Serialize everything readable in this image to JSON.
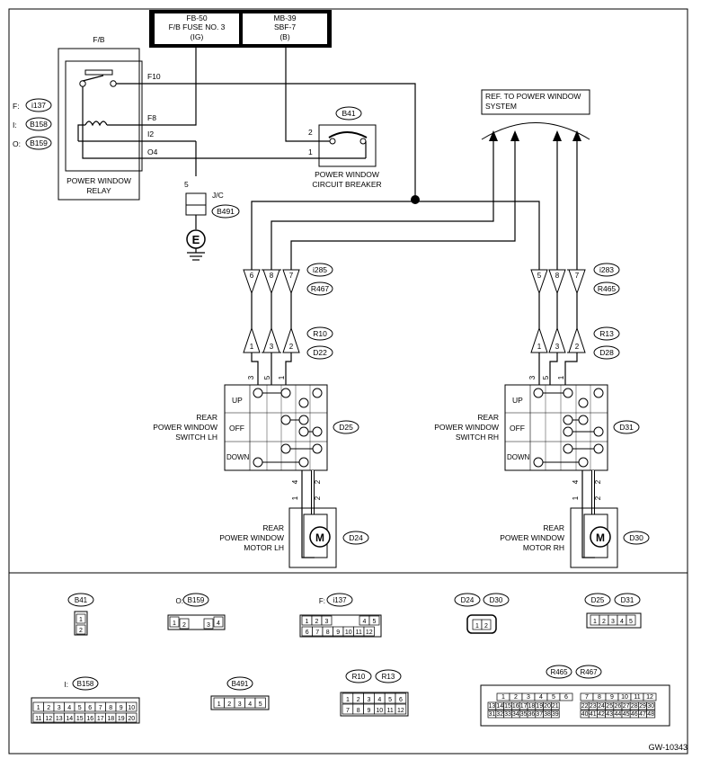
{
  "fuses": [
    {
      "lines": [
        "FB-50",
        "F/B FUSE NO. 3",
        "(IG)"
      ]
    },
    {
      "lines": [
        "MB-39",
        "SBF-7",
        "(B)"
      ]
    }
  ],
  "relay": {
    "box_label": "F/B",
    "caption": [
      "POWER WINDOW",
      "RELAY"
    ],
    "pins": [
      "F10",
      "F8",
      "I2",
      "O4"
    ],
    "connectors": [
      {
        "prefix": "F:",
        "id": "i137"
      },
      {
        "prefix": "I:",
        "id": "B158"
      },
      {
        "prefix": "O:",
        "id": "B159"
      }
    ]
  },
  "breaker": {
    "id": "B41",
    "pins": [
      "2",
      "1"
    ],
    "caption": [
      "POWER WINDOW",
      "CIRCUIT BREAKER"
    ]
  },
  "ground": {
    "pin": "5",
    "label": "J/C",
    "connector": "B491",
    "symbol": "E"
  },
  "ref_box": [
    "REF. TO POWER WINDOW",
    "SYSTEM"
  ],
  "lh": {
    "upper_pins": [
      "6",
      "8",
      "7"
    ],
    "upper_conn": [
      "i285",
      "R467"
    ],
    "lower_pins": [
      "1",
      "3",
      "2"
    ],
    "lower_conn": [
      "R10",
      "D22"
    ],
    "switch_pins": [
      "3",
      "5",
      "1"
    ],
    "switch_id": "D25",
    "switch_label": [
      "REAR",
      "POWER WINDOW",
      "SWITCH LH"
    ],
    "positions": [
      "UP",
      "OFF",
      "DOWN"
    ],
    "motor_pins": [
      "4",
      "2"
    ],
    "motor_sub_pins": [
      "1",
      "2"
    ],
    "motor_id": "D24",
    "motor_label": [
      "REAR",
      "POWER WINDOW",
      "MOTOR LH"
    ],
    "motor_symbol": "M"
  },
  "rh": {
    "upper_pins": [
      "5",
      "8",
      "7"
    ],
    "upper_conn": [
      "i283",
      "R465"
    ],
    "lower_pins": [
      "1",
      "3",
      "2"
    ],
    "lower_conn": [
      "R13",
      "D28"
    ],
    "switch_pins": [
      "3",
      "5",
      "1"
    ],
    "switch_id": "D31",
    "switch_label": [
      "REAR",
      "POWER WINDOW",
      "SWITCH RH"
    ],
    "positions": [
      "UP",
      "OFF",
      "DOWN"
    ],
    "motor_pins": [
      "4",
      "2"
    ],
    "motor_sub_pins": [
      "1",
      "2"
    ],
    "motor_id": "D30",
    "motor_label": [
      "REAR",
      "POWER WINDOW",
      "MOTOR RH"
    ],
    "motor_symbol": "M"
  },
  "connector_views": {
    "b41": {
      "labels": [
        "B41"
      ],
      "cells": [
        "1",
        "2"
      ]
    },
    "b159": {
      "labels": [
        "O:",
        "B159"
      ],
      "cells": [
        "1",
        "2",
        "3",
        "4"
      ]
    },
    "i137": {
      "labels": [
        "F:",
        "i137"
      ],
      "cells": [
        "1",
        "2",
        "3",
        "4",
        "5",
        "6",
        "7",
        "8",
        "9",
        "10",
        "11",
        "12"
      ]
    },
    "d24": {
      "labels": [
        "D24",
        "D30"
      ],
      "cells": [
        "1",
        "2"
      ]
    },
    "d25": {
      "labels": [
        "D25",
        "D31"
      ],
      "cells": [
        "1",
        "2",
        "3",
        "4",
        "5"
      ]
    },
    "b158": {
      "labels": [
        "I:",
        "B158"
      ],
      "cells": [
        "1",
        "2",
        "3",
        "4",
        "5",
        "6",
        "7",
        "8",
        "9",
        "10",
        "11",
        "12",
        "13",
        "14",
        "15",
        "16",
        "17",
        "18",
        "19",
        "20"
      ]
    },
    "b491": {
      "labels": [
        "B491"
      ],
      "cells": [
        "1",
        "2",
        "3",
        "4",
        "5"
      ]
    },
    "r10": {
      "labels": [
        "R10",
        "R13"
      ],
      "cells": [
        "1",
        "2",
        "3",
        "4",
        "5",
        "6",
        "7",
        "8",
        "9",
        "10",
        "11",
        "12"
      ]
    },
    "r465": {
      "labels": [
        "R465",
        "R467"
      ],
      "cells": [
        "1",
        "2",
        "3",
        "4",
        "5",
        "6",
        "7",
        "8",
        "9",
        "10",
        "11",
        "12",
        "13",
        "14",
        "15",
        "16",
        "17",
        "18",
        "19",
        "20",
        "21",
        "22",
        "23",
        "24",
        "25",
        "26",
        "27",
        "28",
        "29",
        "30",
        "31",
        "32",
        "33",
        "34",
        "35",
        "36",
        "37",
        "38",
        "39",
        "40",
        "41",
        "42",
        "43",
        "44",
        "45",
        "46",
        "47",
        "48"
      ]
    }
  },
  "code": "GW-10343"
}
